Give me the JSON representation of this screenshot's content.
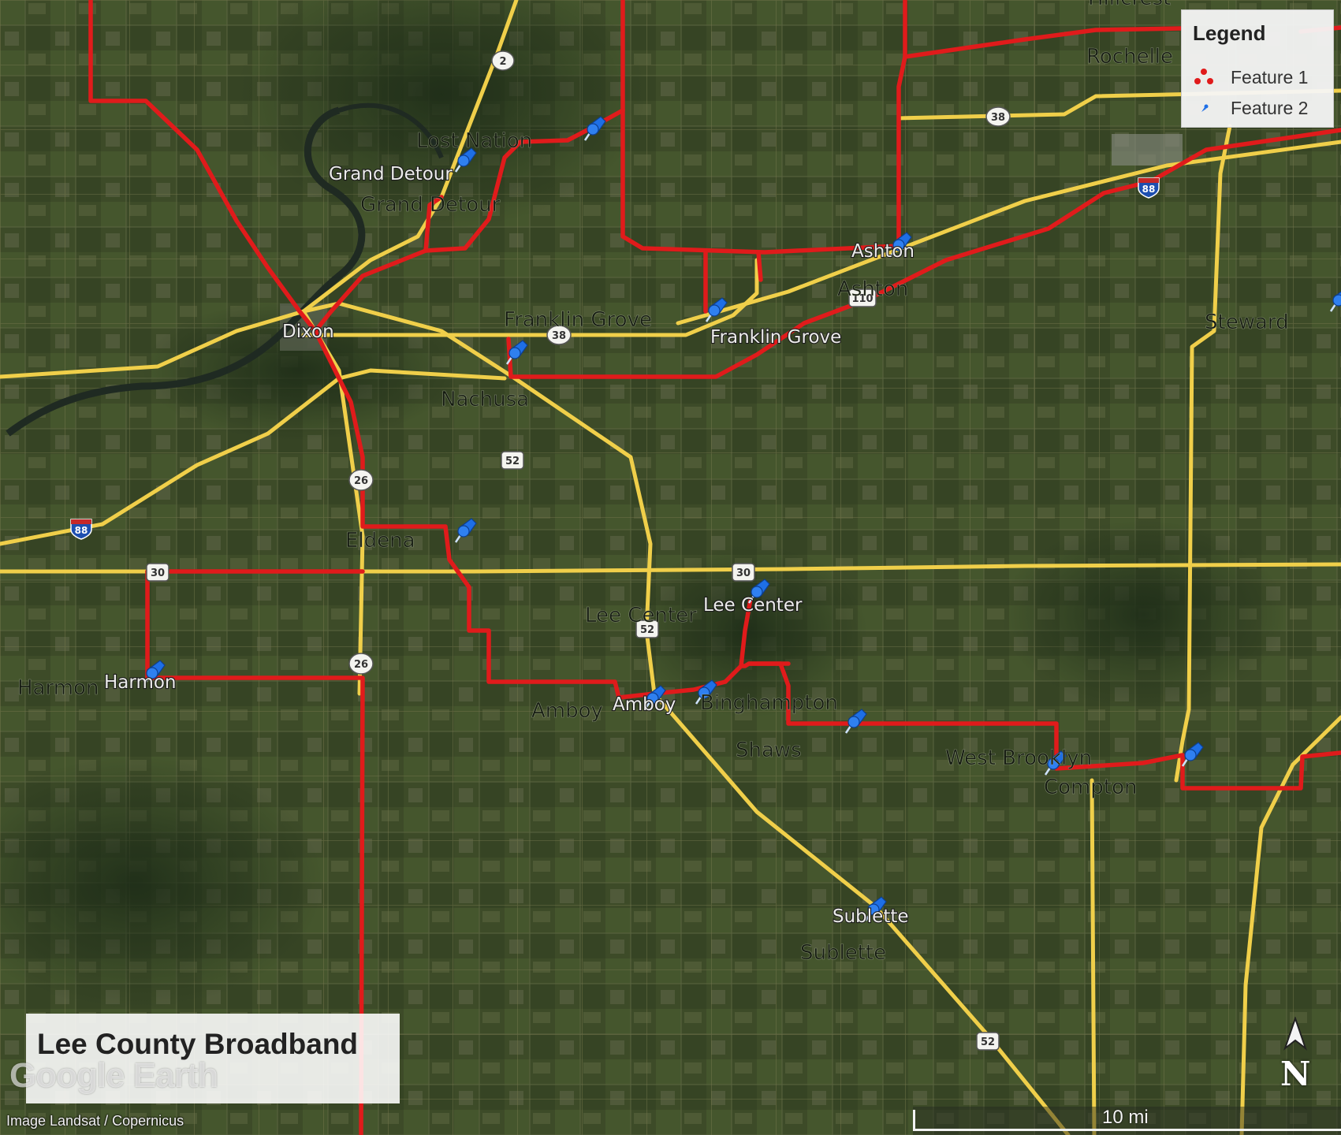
{
  "map": {
    "title": "Lee County Broadband",
    "provider_logo": "Google Earth",
    "imagery_credit": "Image Landsat / Copernicus",
    "scale_label": "10 mi",
    "north_label": "N",
    "colors": {
      "background": "#3b4a26",
      "feature_1_line": "#e01b1b",
      "major_roads": "#f0cf4a",
      "feature_2_pin": "#1e6fe6",
      "river": "#1f2a22"
    }
  },
  "legend": {
    "title": "Legend",
    "items": [
      {
        "label": "Feature 1",
        "symbol": "red-line-dots-icon"
      },
      {
        "label": "Feature 2",
        "symbol": "blue-pushpin-icon"
      }
    ]
  },
  "places": {
    "rochelle": "Rochelle",
    "hillcrest": "Hillcrest",
    "lost_nation": "Lost Nation",
    "grand_detour_pin": "Grand Detour",
    "grand_detour": "Grand Detour",
    "ashton_pin": "Ashton",
    "ashton": "Ashton",
    "dixon": "Dixon",
    "franklin_grove": "Franklin Grove",
    "franklin_grove_pin": "Franklin Grove",
    "steward": "Steward",
    "nachusa": "Nachusa",
    "eldena": "Eldena",
    "lee_center": "Lee Center",
    "lee_center_pin": "Lee Center",
    "harmon": "Harmon",
    "harmon_pin": "Harmon",
    "amboy": "Amboy",
    "amboy_pin": "Amboy",
    "binghampton": "Binghampton",
    "shaws": "Shaws",
    "west_brooklyn": "West Brooklyn",
    "compton": "Compton",
    "sublette_pin": "Sublette",
    "sublette": "Sublette"
  },
  "shields": {
    "route_2": "2",
    "route_38_ne": "38",
    "route_88_ne": "88",
    "route_110": "110",
    "route_38_w": "38",
    "route_52_n": "52",
    "route_26_n": "26",
    "route_88_w": "88",
    "route_30_w": "30",
    "route_30_c": "30",
    "route_52_c": "52",
    "route_26_s": "26",
    "route_52_s": "52"
  }
}
